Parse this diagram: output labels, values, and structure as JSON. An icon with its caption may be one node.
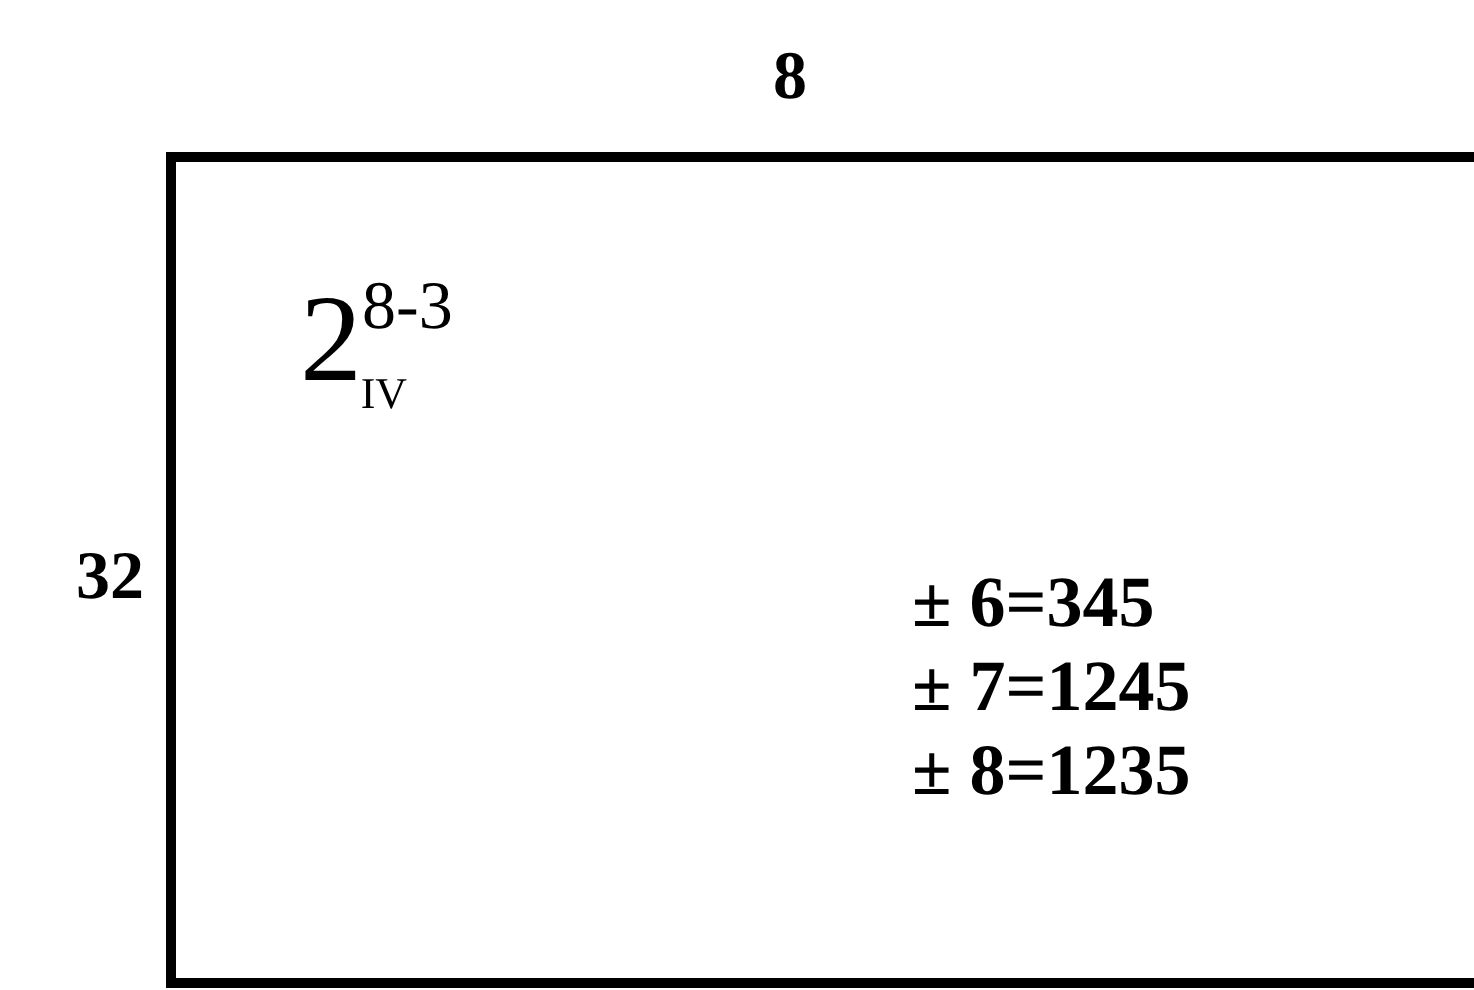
{
  "diagram": {
    "nodes": [
      {
        "text": [
          "2$^{8-3}$$_{IV}$",
          "± 6=345",
          "± 7=1245",
          "± 8=1235"
        ],
        "beside": [
          "8",
          "32"
        ]
      }
    ]
  }
}
